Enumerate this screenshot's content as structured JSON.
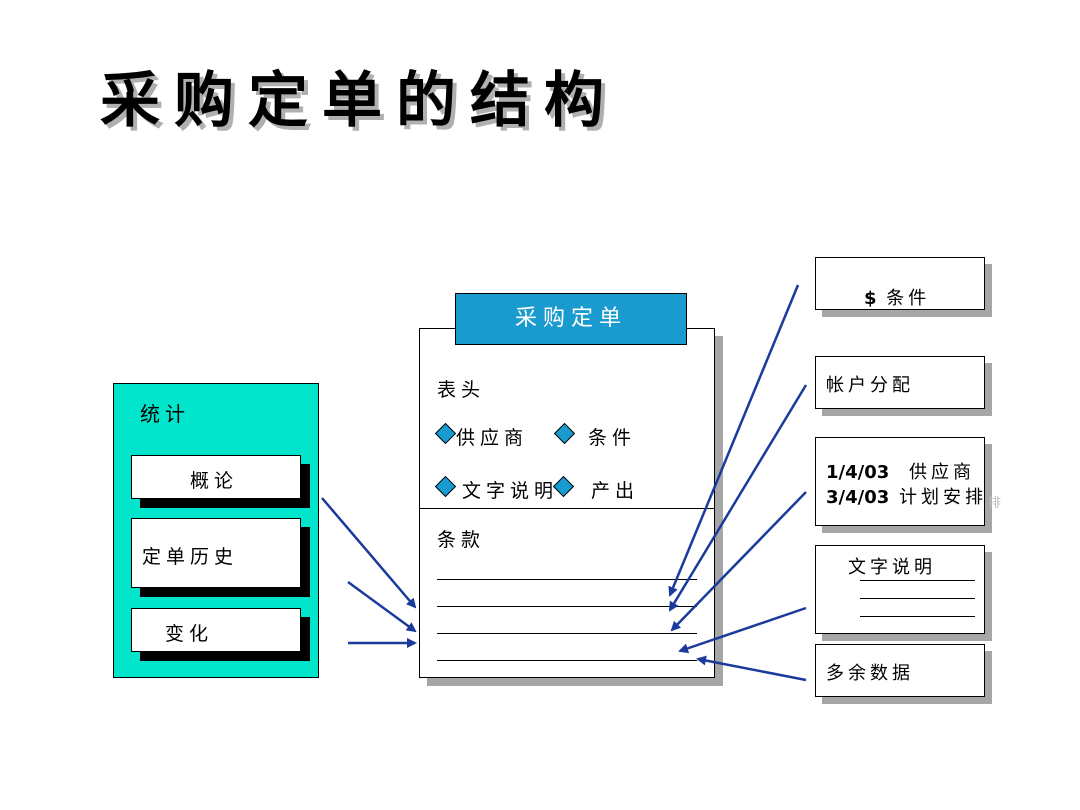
{
  "title": "采购定单的结构",
  "stats": {
    "label": "统计",
    "buttons": [
      "概论",
      "定单历史",
      "变化"
    ]
  },
  "document": {
    "header": "采购定单",
    "section_header": "表头",
    "header_items": [
      "供应商",
      "条件",
      "文字说明",
      "产出"
    ],
    "section_items": "条款"
  },
  "right_boxes": {
    "conditions": {
      "symbol": "$",
      "label": "条件"
    },
    "account": "帐户分配",
    "schedule": {
      "date1": "1/4/03",
      "text1": "供应商",
      "date2": "3/4/03",
      "text2": "计划安排",
      "ghost": "排"
    },
    "text_desc": "文字说明",
    "extra_data": "多余数据"
  },
  "colors": {
    "accent_blue": "#1a9bcf",
    "teal": "#00e5cc",
    "arrow": "#1a3a9c"
  }
}
